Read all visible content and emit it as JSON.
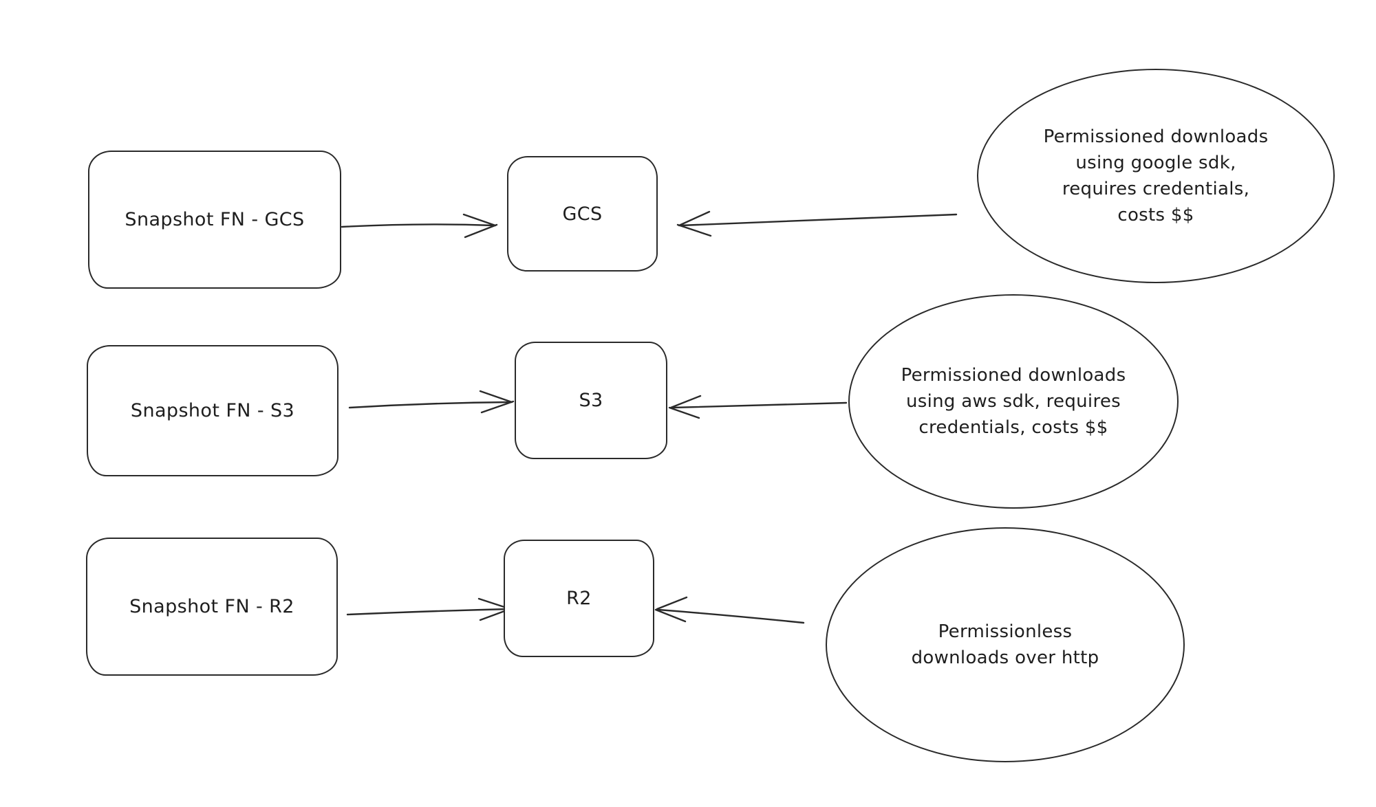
{
  "canvas": {
    "background": "#ffffff",
    "stroke_color": "#2a2a2a",
    "text_color": "#1e1e1e"
  },
  "rows": [
    {
      "source": {
        "label": "Snapshot FN - GCS"
      },
      "target": {
        "label": "GCS"
      },
      "note": {
        "lines": [
          "Permissioned downloads",
          "using google sdk,",
          "requires credentials,",
          "costs $$"
        ]
      }
    },
    {
      "source": {
        "label": "Snapshot FN - S3"
      },
      "target": {
        "label": "S3"
      },
      "note": {
        "lines": [
          "Permissioned downloads",
          "using aws sdk, requires",
          "credentials, costs $$"
        ]
      }
    },
    {
      "source": {
        "label": "Snapshot FN - R2"
      },
      "target": {
        "label": "R2"
      },
      "note": {
        "lines": [
          "Permissionless",
          "downloads over http"
        ]
      }
    }
  ]
}
